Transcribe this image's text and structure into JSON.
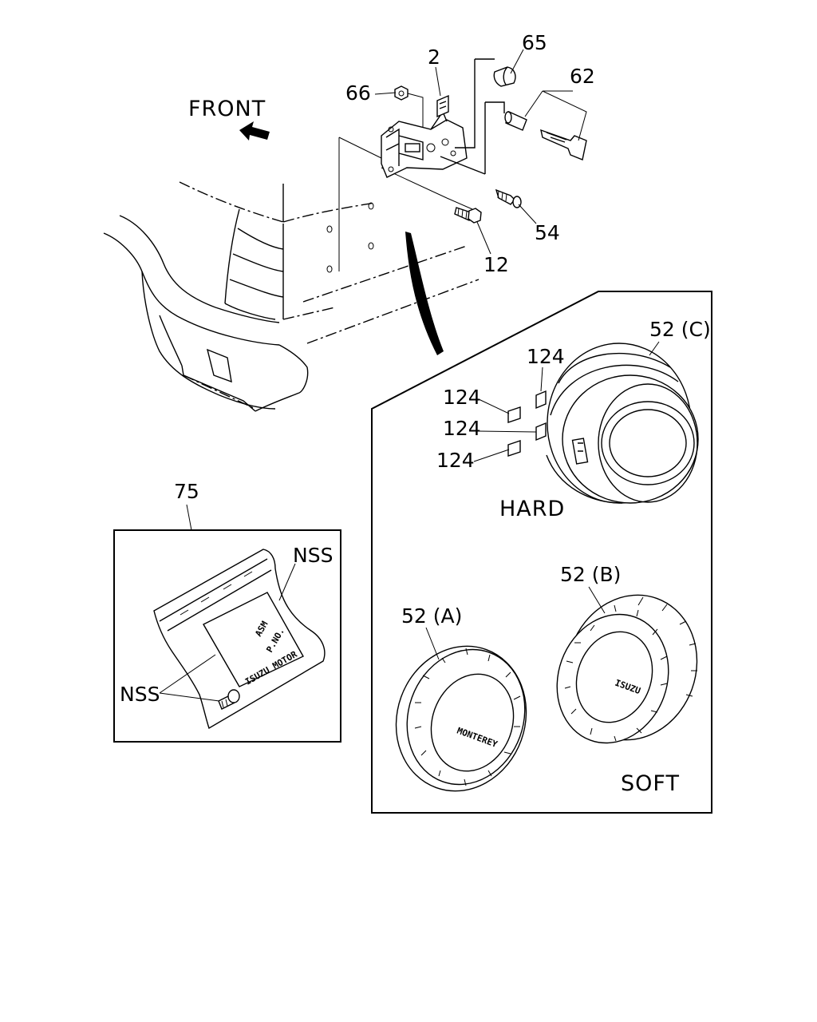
{
  "direction_label": "FRONT",
  "parts": {
    "p2": "2",
    "p12": "12",
    "p54": "54",
    "p62": "62",
    "p65": "65",
    "p66": "66",
    "p75": "75",
    "p124_a": "124",
    "p124_b": "124",
    "p124_c": "124",
    "p124_d": "124",
    "p52c": "52 (C)",
    "p52b": "52 (B)",
    "p52a": "52 (A)",
    "nss_top": "NSS",
    "nss_left": "NSS"
  },
  "captions": {
    "hard": "HARD",
    "soft": "SOFT"
  },
  "cover_logos": {
    "a": "MONTEREY",
    "b": "ISUZU"
  },
  "label_plate": {
    "line1": "ASM",
    "line2": "P.NO.",
    "line3": "ISUZU MOTOR"
  }
}
